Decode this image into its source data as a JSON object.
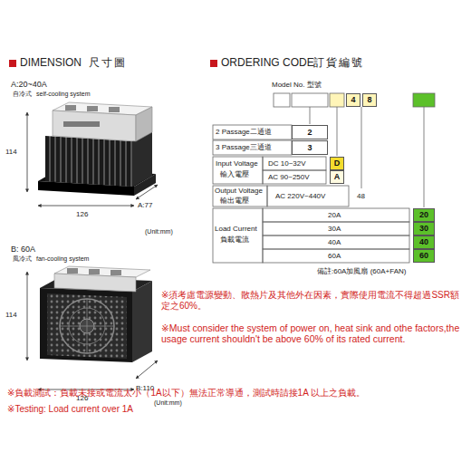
{
  "diagram": {
    "nodes": [
      {
        "text": [
          "4"
        ]
      },
      {
        "text": [
          "8"
        ]
      },
      {
        "text": [
          "2"
        ]
      },
      {
        "text": [
          "3"
        ]
      },
      {
        "text": [
          "D"
        ]
      },
      {
        "text": [
          "A"
        ]
      },
      {
        "text": [
          "20"
        ]
      },
      {
        "text": [
          "30"
        ]
      },
      {
        "text": [
          "40"
        ]
      },
      {
        "text": [
          "60"
        ]
      }
    ],
    "labels": [
      "DIMENSION",
      "尺寸圖",
      "A:20~40A",
      "自冷式",
      "self-cooling system",
      "114",
      "126",
      "A:77",
      "(Unit:mm)",
      "B: 60A",
      "風冷式",
      "fan-cooling system",
      "114",
      "126",
      "B:110",
      "(Unit:mm)",
      "ORDERING CODE",
      "訂貨編號",
      "Model No. 型號",
      "2 Passage二通道",
      "3 Passage三通道",
      "Input Voltage",
      "輸入電壓",
      "DC 10~32V",
      "AC 90~250V",
      "Output Voltage",
      "輸出電壓",
      "AC 220V~440V",
      "48",
      "Load Current",
      "負載電流",
      "20A",
      "30A",
      "40A",
      "60A",
      "備註:60A加風扇 (60A+FAN)",
      "※須考慮電源變動、散熱片及其他外在因素，實際使用電流不得超過SSR額定之60%。",
      "※Must consider the system of power on, heat sink and othe factors,the usage current shouldn't be above 60% of its rated current.",
      "※負載測試：負載未接或電流太小（1A以下）無法正常導通，測試時請接1A 以上之負載。",
      "※Testing: Load current over 1A"
    ]
  }
}
